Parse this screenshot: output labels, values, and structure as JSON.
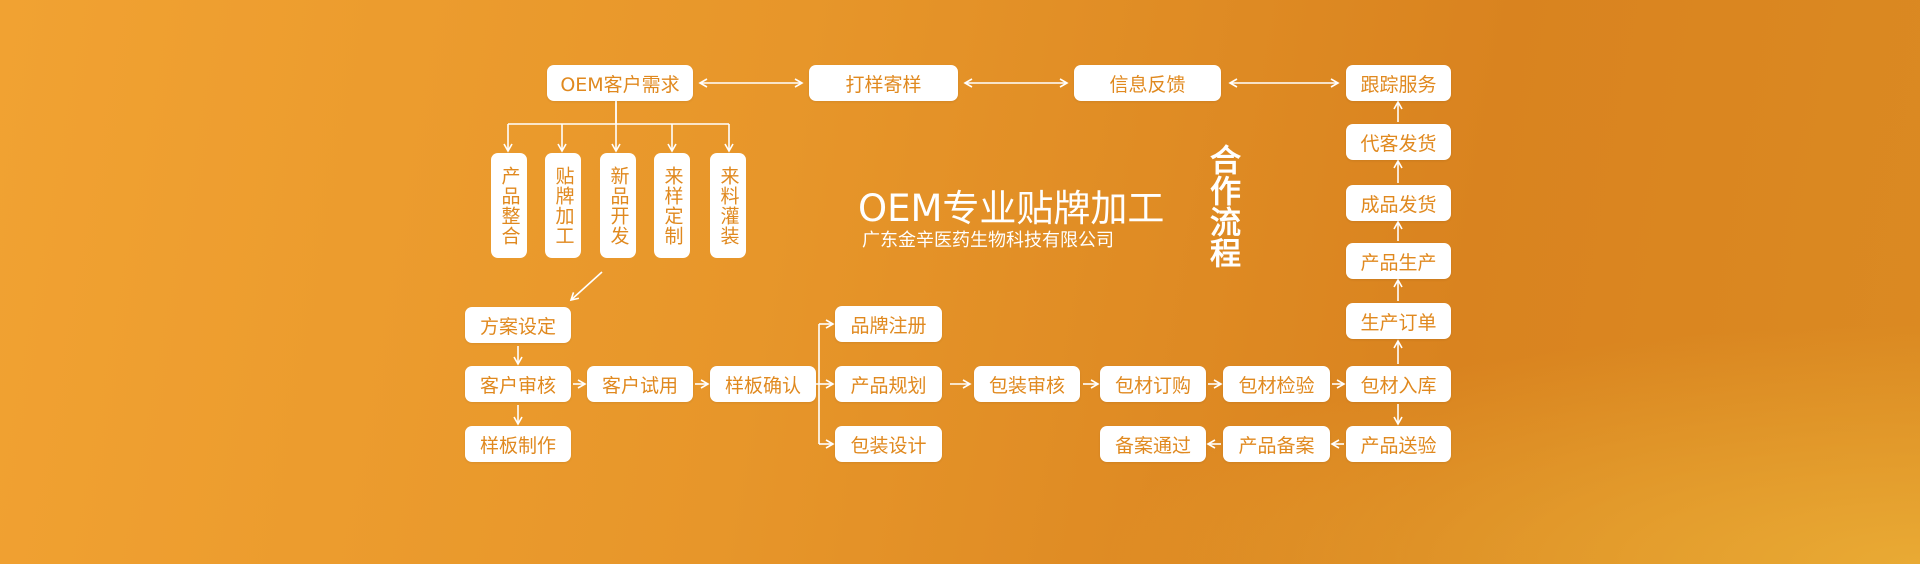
{
  "title": "OEM专业贴牌加工",
  "subtitle": "广东金辛医药生物科技有限公司",
  "side_title": "合作流程",
  "top": [
    "OEM客户需求",
    "打样寄样",
    "信息反馈",
    "跟踪服务"
  ],
  "options": [
    "产品整合",
    "贴牌加工",
    "新品开发",
    "来样定制",
    "来料灌装"
  ],
  "left": [
    "方案设定",
    "客户审核",
    "样板制作"
  ],
  "middle": [
    "客户试用",
    "样板确认"
  ],
  "branch": [
    "品牌注册",
    "产品规划",
    "包装设计"
  ],
  "pack": [
    "包装审核",
    "包材订购",
    "包材检验",
    "包材入库"
  ],
  "right": [
    "代客发货",
    "成品发货",
    "产品生产",
    "生产订单"
  ],
  "bottom": [
    "产品送验",
    "产品备案",
    "备案通过"
  ],
  "colors": {
    "accent": "#e0891f",
    "box": "#ffffff"
  }
}
